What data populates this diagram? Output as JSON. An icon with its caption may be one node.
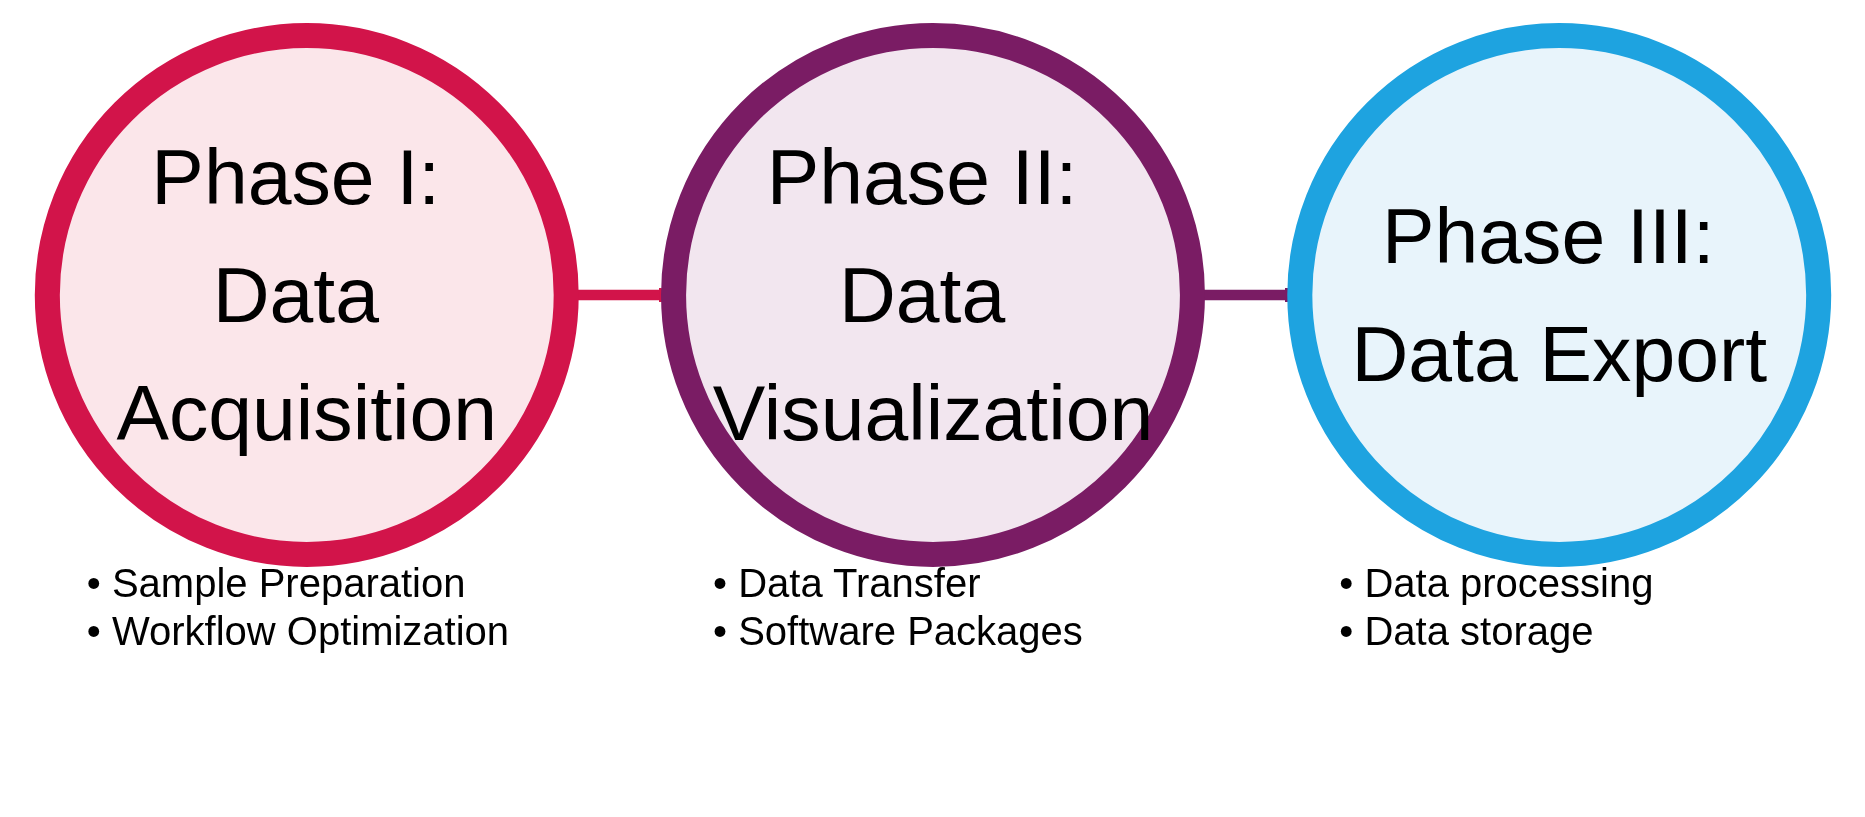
{
  "diagram": {
    "nodes": [
      {
        "text": [
          "Phase I: Data Acquisition"
        ],
        "beside": [
          "• Sample Preparation",
          "• Workflow Optimization"
        ]
      },
      {
        "text": [
          "Phase II: Data Visualization"
        ],
        "beside": [
          "• Data Transfer",
          "• Software Packages"
        ]
      },
      {
        "text": [
          "Phase III: Data Export"
        ],
        "beside": [
          "• Data processing",
          "• Data storage"
        ]
      }
    ],
    "edges": [
      {
        "from": 0,
        "to": 1,
        "arrow": "to",
        "color": "#d2144a"
      },
      {
        "from": 1,
        "to": 2,
        "arrow": "to",
        "color": "#7a1c64"
      }
    ]
  }
}
